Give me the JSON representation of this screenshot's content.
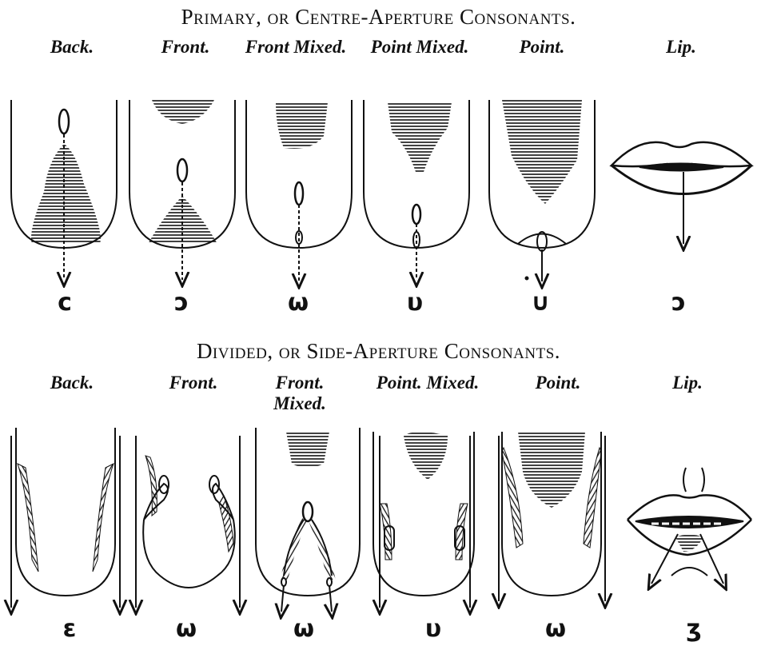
{
  "sections": [
    {
      "title": "Primary, or Centre-Aperture Consonants.",
      "columns": [
        {
          "label": "Back.",
          "symbol": "c"
        },
        {
          "label": "Front.",
          "symbol": "ɔ"
        },
        {
          "label": "Front Mixed.",
          "symbol": "ω"
        },
        {
          "label": "Point Mixed.",
          "symbol": "υ"
        },
        {
          "label": "Point.",
          "symbol": "∪"
        },
        {
          "label": "Lip.",
          "symbol": "ɔ"
        }
      ]
    },
    {
      "title": "Divided, or Side-Aperture Consonants.",
      "columns": [
        {
          "label": "Back.",
          "symbol": "ε"
        },
        {
          "label": "Front.",
          "symbol": "ω"
        },
        {
          "label": "Front. Mixed.",
          "symbol": "ω"
        },
        {
          "label": "Point. Mixed.",
          "symbol": "υ"
        },
        {
          "label": "Point.",
          "symbol": "ω"
        },
        {
          "label": "Lip.",
          "symbol": "ʒ"
        }
      ]
    }
  ],
  "colors": {
    "ink": "#111111",
    "background": "#ffffff"
  }
}
